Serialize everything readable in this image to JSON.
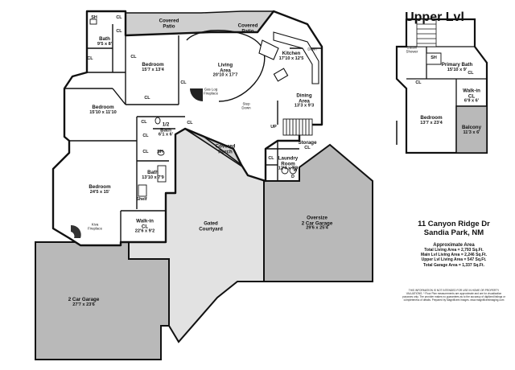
{
  "upper_level_title": "Upper Lvl",
  "rooms": {
    "sh_top": "SH",
    "bath_top": {
      "name": "Bath",
      "dims": "9'5 x 8'"
    },
    "covered_patio_left": "Covered\nPatio",
    "covered_patio_right": "Covered\nPatio",
    "bedroom_a": {
      "name": "Bedroom",
      "dims": "15'7 x 13'4"
    },
    "living": {
      "name": "Living\nArea",
      "dims": "20'10 x 17'7"
    },
    "gas_log": "Gas Log\nFireplace",
    "kitchen": {
      "name": "Kitchen",
      "dims": "17'10 x 12'5"
    },
    "dining": {
      "name": "Dining\nArea",
      "dims": "13'3 x 9'3"
    },
    "step_down": "Step\nDown",
    "bedroom_b": {
      "name": "Bedroom",
      "dims": "15'10 x 11'10"
    },
    "half_bath": {
      "name": "1/2\nBath",
      "dims": "6'1 x 6'"
    },
    "sh_mid": "SH",
    "covered_porch": "Covered\nPorch",
    "storage": {
      "name": "Storage",
      "dims": "CL"
    },
    "laundry": {
      "name": "Laundry\nRoom",
      "dims": "12'4 x 7'9"
    },
    "bath_mid": {
      "name": "Bath",
      "dims": "13'10 x 7'9"
    },
    "shelf": "Shelf",
    "bedroom_c": {
      "name": "Bedroom",
      "dims": "24'5 x 15'"
    },
    "kiva": "Kiva\nFireplace",
    "walkin_main": {
      "name": "Walk-in\nCL",
      "dims": "22'6 x 9'2"
    },
    "gated_courtyard": "Gated\nCourtyard",
    "oversize_garage": {
      "name": "Oversize\n2 Car Garage",
      "dims": "29'6 x 25'4"
    },
    "garage_2car": {
      "name": "2 Car Garage",
      "dims": "27'7 x 23'6"
    },
    "primary_bath": {
      "name": "Primary Bath",
      "dims": "15'10 x 9'"
    },
    "walkin_upper": {
      "name": "Walk-in\nCL",
      "dims": "6'9 x 6'"
    },
    "bedroom_upper": {
      "name": "Bedroom",
      "dims": "13'7 x 23'4"
    },
    "balcony": {
      "name": "Balcony",
      "dims": "11'3 x 6'"
    },
    "steam_shower": "Steam\nShower",
    "sh_upper": "SH",
    "w_label": "W",
    "d_label": "D",
    "up_label": "UP",
    "down_label": "Down"
  },
  "cl_label": "CL",
  "info": {
    "address1": "11 Canyon Ridge Dr",
    "address2": "Sandia Park, NM",
    "area_heading": "Approximate Area",
    "total_living": "Total Living Area = 2,793 Sq.Ft.",
    "main_living": "Main Lvl Living Area = 2,246 Sq.Ft.",
    "upper_living": "Upper Lvl Living Area = 547 Sq.Ft.",
    "garage_area": "Total Garage Area = 1,337 Sq.Ft."
  },
  "disclaimer": "THIS INFORMATION IS NOT INTENDED FOR USE IN HOME OR PROPERTY VALUATIONS. * Floor Plan measurements are approximate and are for visualization purposes only. The provider makes no guarantees as to the accuracy of digitized listings or completeness of details. Prepared by Magnificent Images. www.magnificentimaging.com",
  "colors": {
    "wall": "#111111",
    "floor": "#ffffff",
    "garage": "#b9b9b9",
    "patio": "#cfcfcf",
    "courtyard": "#e2e2e2"
  }
}
